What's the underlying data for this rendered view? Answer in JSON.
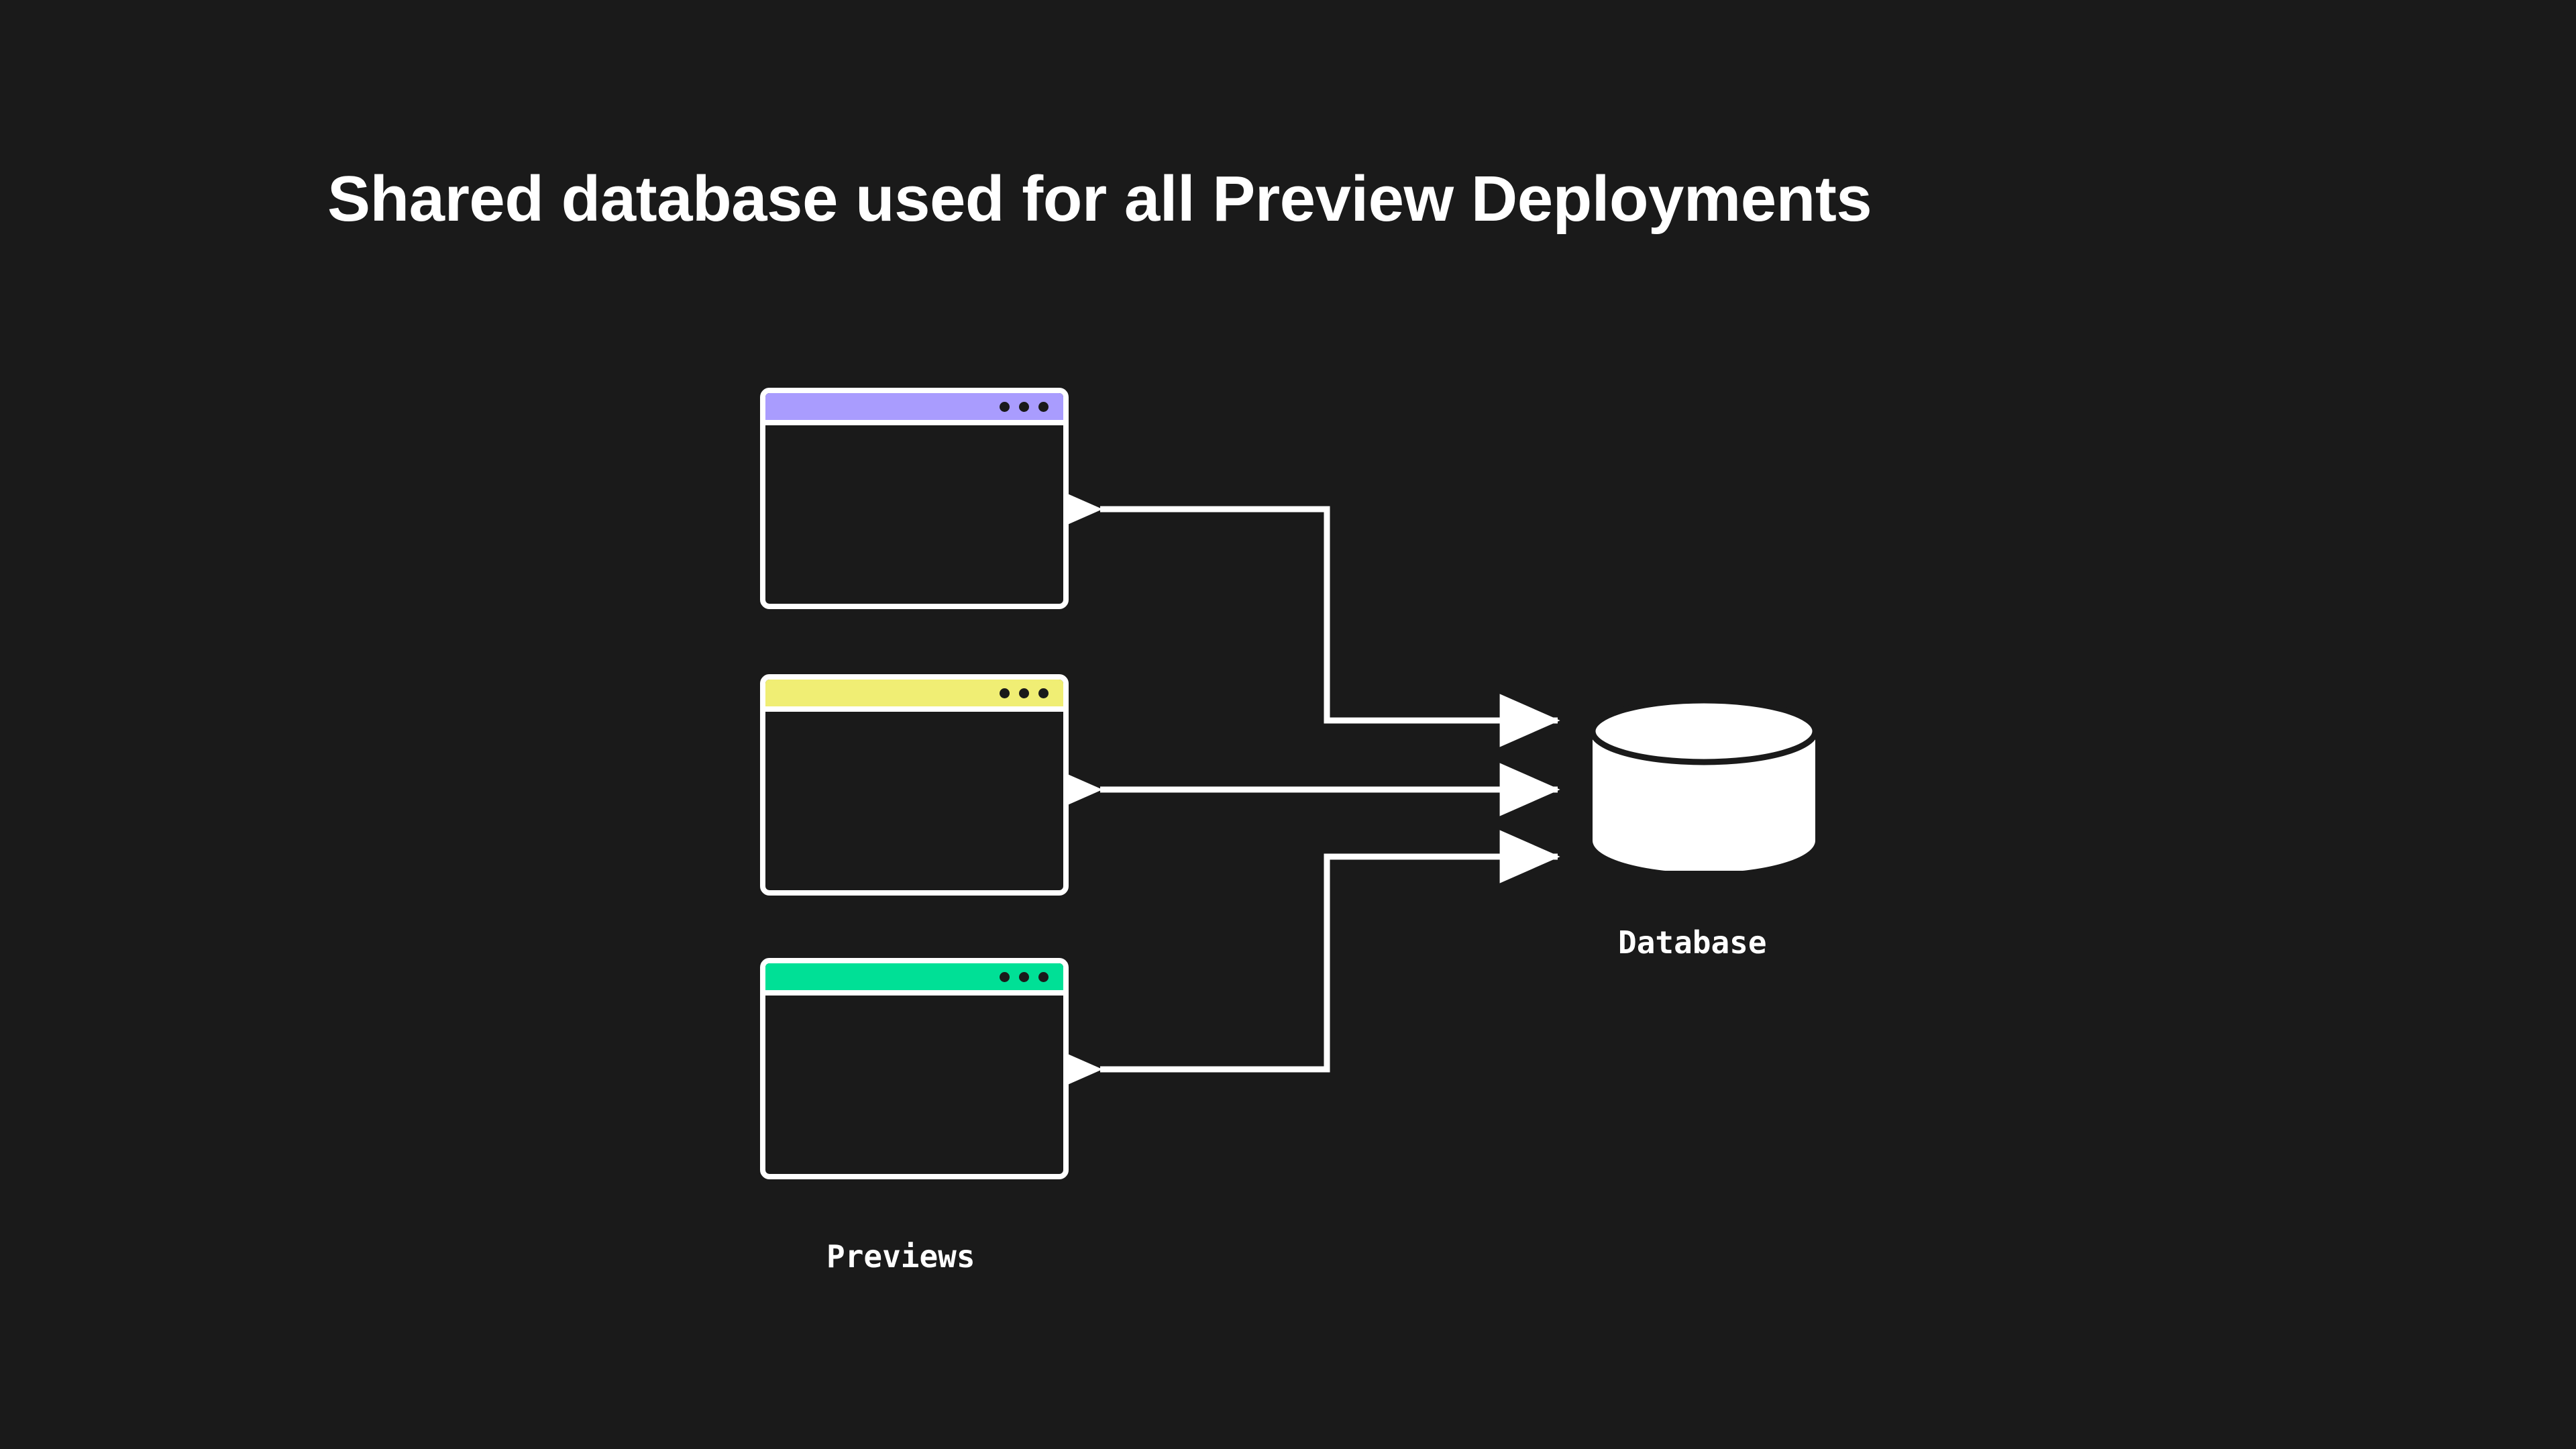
{
  "page": {
    "background_color": "#1a1a1a",
    "title": "Shared database used for all Preview Deployments"
  },
  "diagram": {
    "type": "architecture-flow",
    "stroke_color": "#ffffff",
    "previews": {
      "group_label": "Previews",
      "windows": [
        {
          "name": "preview-window-purple",
          "titlebar_color": "#a99cfe",
          "dot_count": 3,
          "dot_color": "#1a1a1a"
        },
        {
          "name": "preview-window-yellow",
          "titlebar_color": "#f0ee74",
          "dot_count": 3,
          "dot_color": "#1a1a1a"
        },
        {
          "name": "preview-window-green",
          "titlebar_color": "#00e096",
          "dot_count": 3,
          "dot_color": "#1a1a1a"
        }
      ]
    },
    "database": {
      "label": "Database",
      "fill_color": "#ffffff",
      "outline_color": "#1a1a1a"
    },
    "connections": [
      {
        "name": "connector-purple-to-database",
        "from": "preview-window-purple",
        "to": "database",
        "direction": "bidirectional",
        "routing": "elbow"
      },
      {
        "name": "connector-yellow-to-database",
        "from": "preview-window-yellow",
        "to": "database",
        "direction": "bidirectional",
        "routing": "straight"
      },
      {
        "name": "connector-green-to-database",
        "from": "preview-window-green",
        "to": "database",
        "direction": "bidirectional",
        "routing": "elbow"
      }
    ]
  }
}
